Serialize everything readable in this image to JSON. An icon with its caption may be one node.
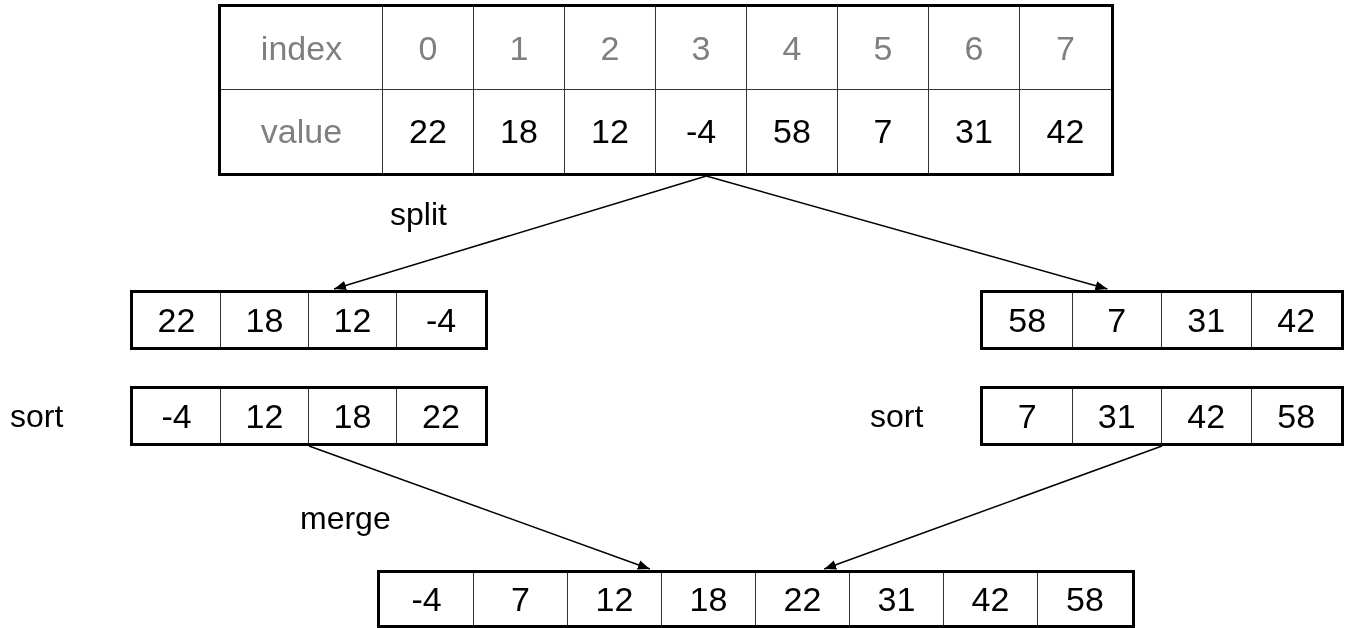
{
  "diagram": {
    "nodes": [
      {
        "text": [
          "index",
          "0",
          "1",
          "2",
          "3",
          "4",
          "5",
          "6",
          "7",
          "value",
          "22",
          "18",
          "12",
          "-4",
          "58",
          "7",
          "31",
          "42"
        ]
      },
      {
        "text": [
          "22",
          "18",
          "12",
          "-4"
        ]
      },
      {
        "text": [
          "58",
          "7",
          "31",
          "42"
        ]
      },
      {
        "text": [
          "-4",
          "12",
          "18",
          "22"
        ]
      },
      {
        "text": [
          "7",
          "31",
          "42",
          "58"
        ]
      },
      {
        "text": [
          "-4",
          "7",
          "12",
          "18",
          "22",
          "31",
          "42",
          "58"
        ]
      }
    ],
    "edges": [
      {
        "from": 0,
        "to": 1,
        "arrow": "to"
      },
      {
        "from": 0,
        "to": 2,
        "arrow": "to"
      },
      {
        "from": 3,
        "to": 5,
        "arrow": "to"
      },
      {
        "from": 4,
        "to": 5,
        "arrow": "to"
      }
    ],
    "labels": [
      "split",
      "sort",
      "sort",
      "merge"
    ]
  }
}
